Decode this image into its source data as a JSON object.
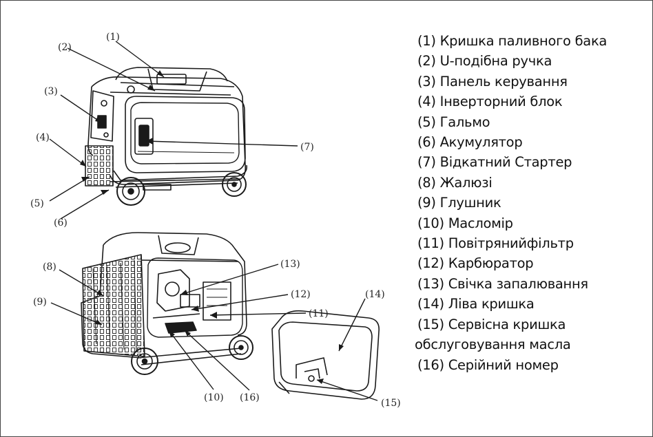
{
  "legend": [
    "(1) Кришка паливного бака",
    "(2) U-подібна ручка",
    "(3) Панель керування",
    "(4) Інверторний блок",
    "(5) Гальмо",
    "(6) Акумулятор",
    "(7) Відкатний Стартер",
    "(8) Жалюзі",
    "(9) Глушник",
    "(10) Масломір",
    "(11) Повітрянийфільтр",
    "(12) Карбюратор",
    "(13) Свічка запалювання",
    "(14) Ліва кришка",
    "(15) Сервісна кришка",
    "обслуговування  масла",
    "(16) Серійний номер"
  ],
  "callouts": {
    "c1": "(1)",
    "c2": "(2)",
    "c3": "(3)",
    "c4": "(4)",
    "c5": "(5)",
    "c6": "(6)",
    "c7": "(7)",
    "c8": "(8)",
    "c9": "(9)",
    "c10": "(10)",
    "c11": "(11)",
    "c12": "(12)",
    "c13": "(13)",
    "c14": "(14)",
    "c15": "(15)",
    "c16": "(16)"
  },
  "colors": {
    "line": "#1a1a1a",
    "text": "#111111"
  }
}
